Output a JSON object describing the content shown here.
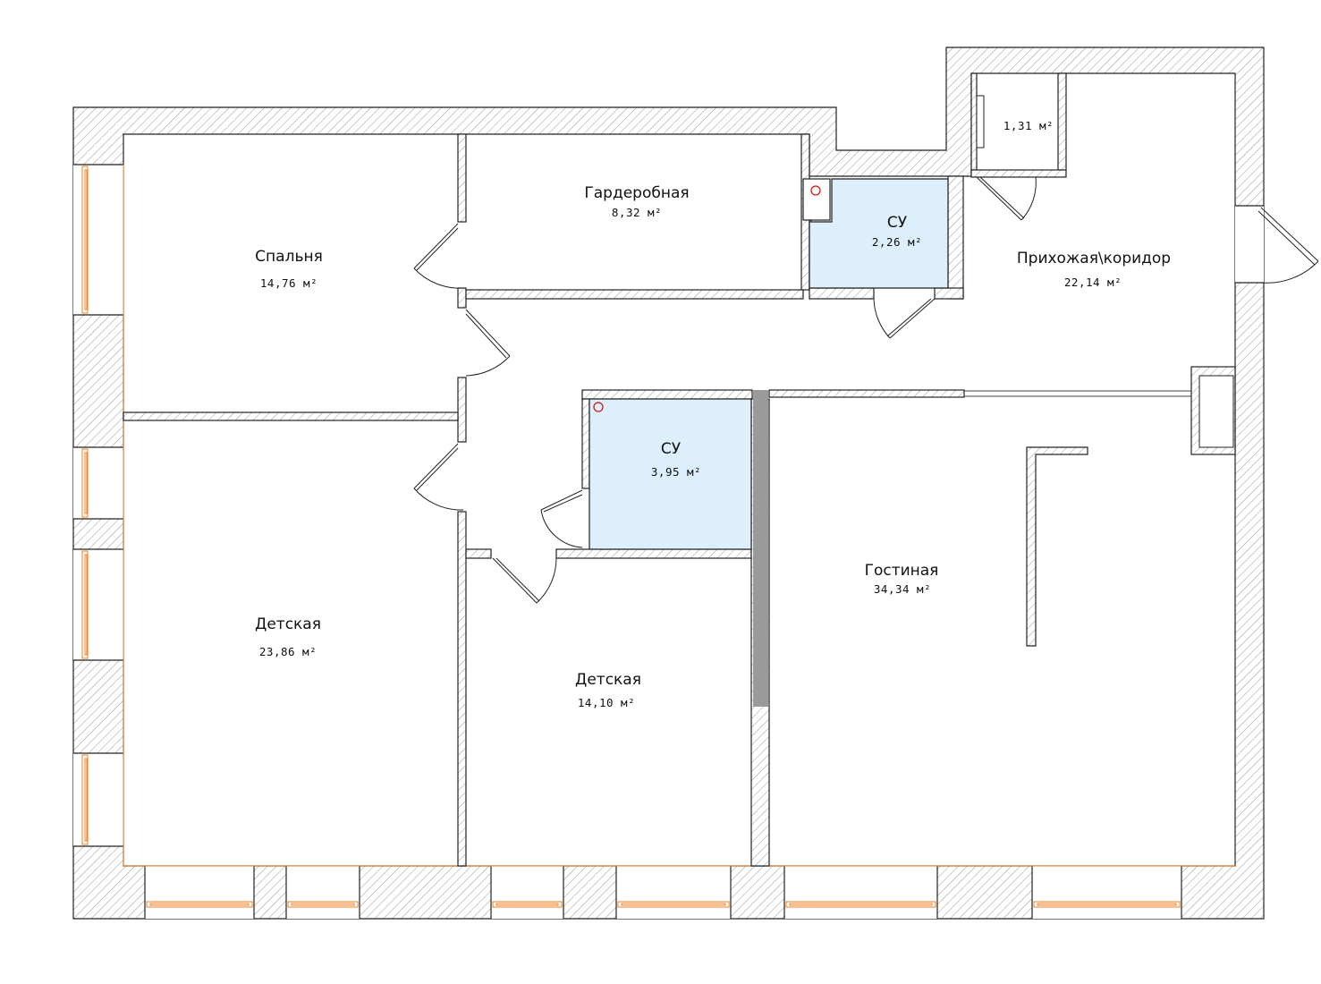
{
  "colors": {
    "wall_fill": "hatch-gray",
    "wall_stroke": "#222222",
    "bathroom_fill": "#ddeefc",
    "window_frame": "#f08020",
    "fixture_marker": "#d11818",
    "partition_gray": "#9a9a9a"
  },
  "rooms": [
    {
      "key": "bedroom",
      "name": "Спальня",
      "area": "14,76 м²"
    },
    {
      "key": "wardrobe",
      "name": "Гардеробная",
      "area": "8,32 м²"
    },
    {
      "key": "bath1",
      "name": "СУ",
      "area": "2,26 м²"
    },
    {
      "key": "storage",
      "name": "",
      "area": "1,31 м²"
    },
    {
      "key": "hall",
      "name": "Прихожая\\коридор",
      "area": "22,14 м²"
    },
    {
      "key": "bath2",
      "name": "СУ",
      "area": "3,95 м²"
    },
    {
      "key": "kids1",
      "name": "Детская",
      "area": "23,86 м²"
    },
    {
      "key": "kids2",
      "name": "Детская",
      "area": "14,10 м²"
    },
    {
      "key": "living",
      "name": "Гостиная",
      "area": "34,34 м²"
    }
  ]
}
